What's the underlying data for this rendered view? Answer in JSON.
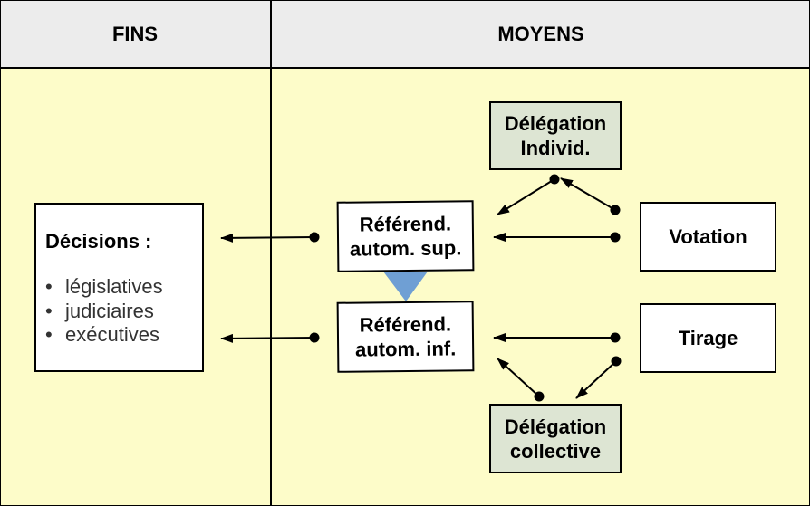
{
  "columns": {
    "fins_header": "FINS",
    "moyens_header": "MOYENS"
  },
  "decisions": {
    "title": "Décisions :",
    "items": [
      "législatives",
      "judiciaires",
      "exécutives"
    ]
  },
  "nodes": {
    "referendum_sup": [
      "Référend.",
      "autom. sup."
    ],
    "referendum_inf": [
      "Référend.",
      "autom. inf."
    ],
    "delegation_individ": [
      "Délégation",
      "Individ."
    ],
    "delegation_collective": [
      "Délégation",
      "collective"
    ],
    "votation": "Votation",
    "tirage": "Tirage"
  },
  "colors": {
    "header_bg": "#ececec",
    "body_bg": "#fdfcc9",
    "delegation_bg": "#dde5d3",
    "triangle": "#6f9fd4"
  }
}
